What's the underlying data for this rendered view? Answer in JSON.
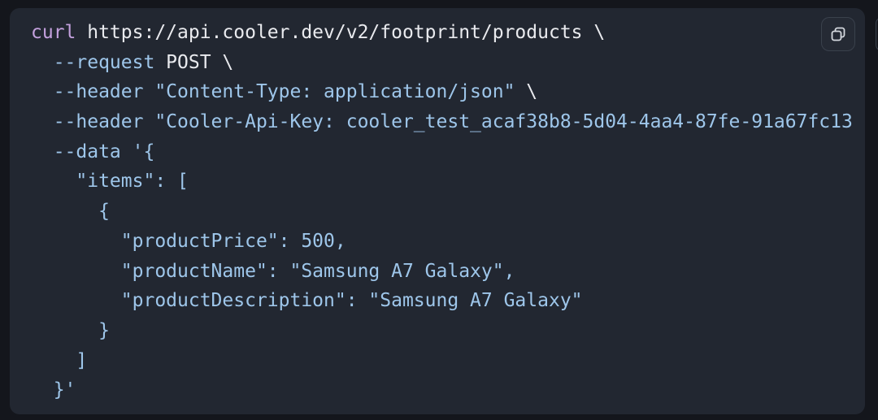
{
  "colors": {
    "page_background": "#14161c",
    "panel_background": "#222731",
    "token_keyword": "#c4a1de",
    "token_plain": "#e9eaee",
    "token_string": "#9ec6ea",
    "icon_color": "#d4d8de",
    "icon_fill": "#242934",
    "button_border": "#3a414c"
  },
  "code_block": {
    "language": "shell",
    "copy_button": {
      "icon": "copy-icon"
    },
    "lines": [
      {
        "tokens": [
          {
            "text": "curl",
            "style": "keyword"
          },
          {
            "text": " https://api.cooler.dev/v2/footprint/products \\",
            "style": "plain"
          }
        ]
      },
      {
        "tokens": [
          {
            "text": "  --request",
            "style": "string"
          },
          {
            "text": " POST \\",
            "style": "plain"
          }
        ]
      },
      {
        "tokens": [
          {
            "text": "  --header \"Content-Type: application/json\"",
            "style": "string"
          },
          {
            "text": " \\",
            "style": "plain"
          }
        ]
      },
      {
        "tokens": [
          {
            "text": "  --header \"Cooler-Api-Key: cooler_test_acaf38b8-5d04-4aa4-87fe-91a67fc13",
            "style": "string"
          }
        ]
      },
      {
        "tokens": [
          {
            "text": "  --data '{",
            "style": "string"
          }
        ]
      },
      {
        "tokens": [
          {
            "text": "    \"items\": [",
            "style": "string"
          }
        ]
      },
      {
        "tokens": [
          {
            "text": "      {",
            "style": "string"
          }
        ]
      },
      {
        "tokens": [
          {
            "text": "        \"productPrice\": 500,",
            "style": "string"
          }
        ]
      },
      {
        "tokens": [
          {
            "text": "        \"productName\": \"Samsung A7 Galaxy\",",
            "style": "string"
          }
        ]
      },
      {
        "tokens": [
          {
            "text": "        \"productDescription\": \"Samsung A7 Galaxy\"",
            "style": "string"
          }
        ]
      },
      {
        "tokens": [
          {
            "text": "      }",
            "style": "string"
          }
        ]
      },
      {
        "tokens": [
          {
            "text": "    ]",
            "style": "string"
          }
        ]
      },
      {
        "tokens": [
          {
            "text": "  }'",
            "style": "string"
          }
        ]
      }
    ]
  }
}
